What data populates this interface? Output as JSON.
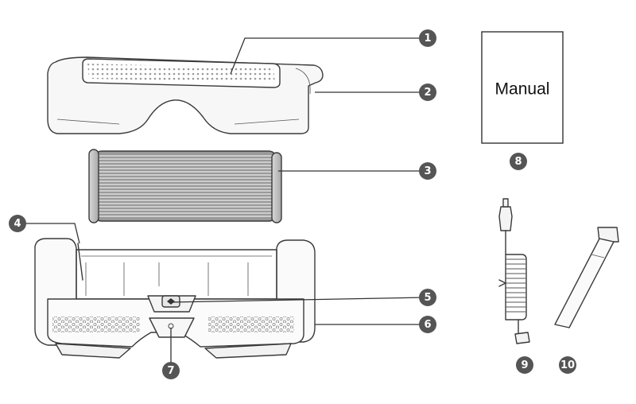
{
  "manual": {
    "label": "Manual"
  },
  "callouts": [
    {
      "number": "1",
      "part": "top-grille-panel"
    },
    {
      "number": "2",
      "part": "top-cover-shell"
    },
    {
      "number": "3",
      "part": "cylindrical-filter"
    },
    {
      "number": "4",
      "part": "base-housing-cavity"
    },
    {
      "number": "5",
      "part": "center-button"
    },
    {
      "number": "6",
      "part": "base-housing"
    },
    {
      "number": "7",
      "part": "front-indicator"
    },
    {
      "number": "8",
      "part": "manual"
    },
    {
      "number": "9",
      "part": "power-cable"
    },
    {
      "number": "10",
      "part": "strap"
    }
  ],
  "colors": {
    "marker": "#555555",
    "outline": "#3a3a3a",
    "filter": "#8a8a8a"
  }
}
